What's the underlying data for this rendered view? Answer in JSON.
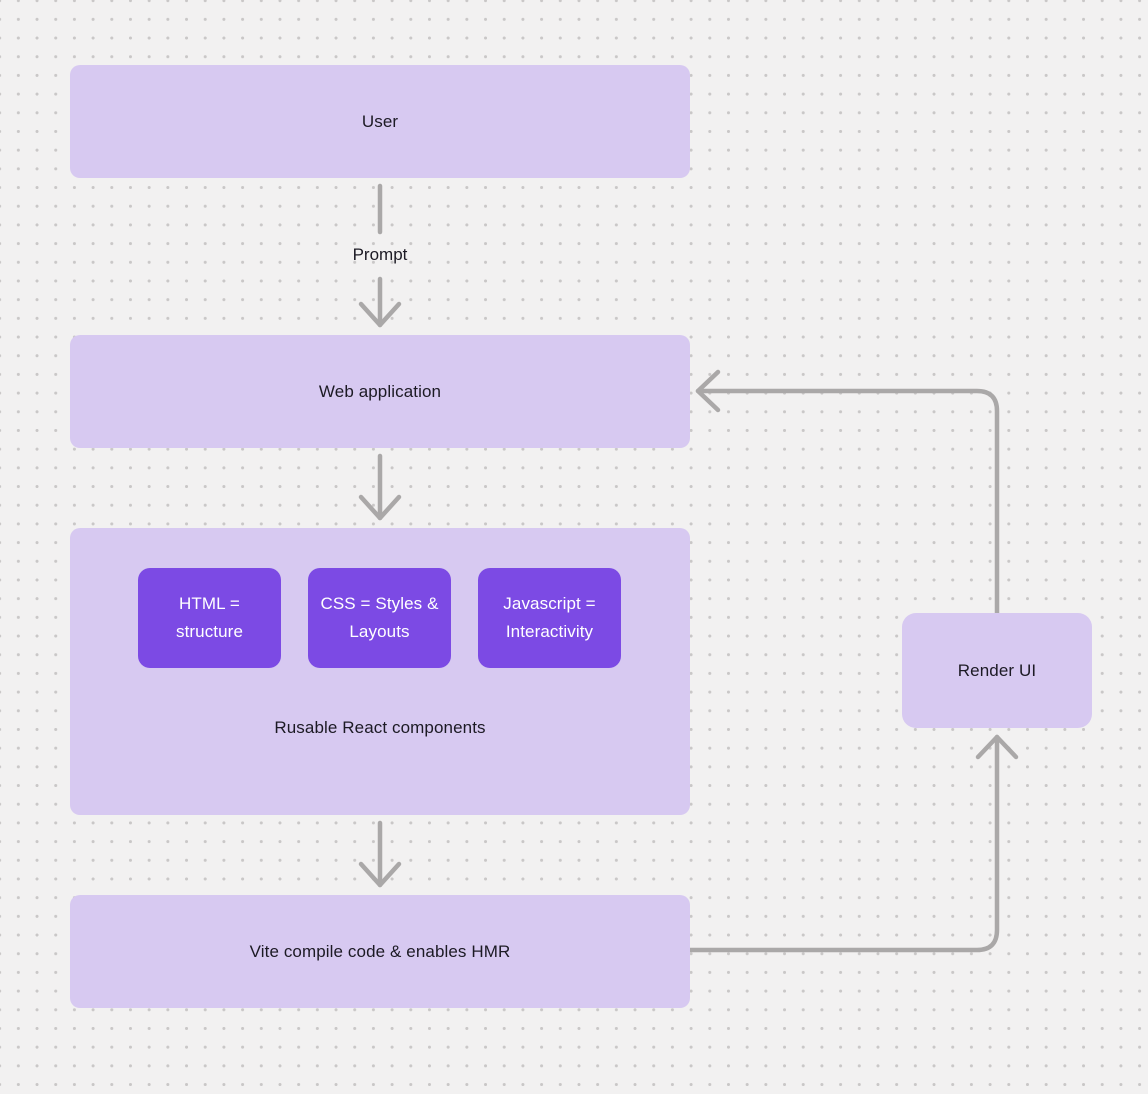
{
  "diagram": {
    "nodes": {
      "user": {
        "label": "User"
      },
      "web_application": {
        "label": "Web application"
      },
      "components": {
        "label": "Rusable React components",
        "chips": [
          {
            "label": "HTML = structure"
          },
          {
            "label": "CSS = Styles & Layouts"
          },
          {
            "label": "Javascript = Interactivity"
          }
        ]
      },
      "vite": {
        "label": "Vite compile code & enables HMR"
      },
      "render_ui": {
        "label": "Render UI"
      }
    },
    "edge_labels": {
      "prompt": "Prompt"
    },
    "colors": {
      "background": "#f2f1f1",
      "dot": "#c9c7c7",
      "node_fill": "#d7c9f1",
      "node_text": "#1c1a24",
      "chip_fill": "#7c4ae4",
      "chip_text": "#ffffff",
      "connector": "#aaa8a8"
    }
  }
}
